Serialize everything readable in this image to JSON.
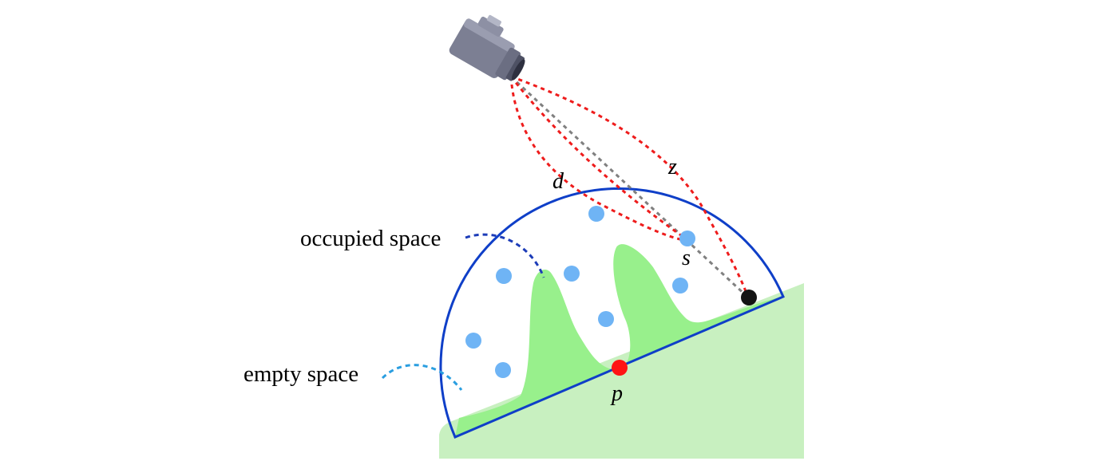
{
  "labels": {
    "occupied_space": "occupied space",
    "empty_space": "empty space",
    "d": "d",
    "z": "z",
    "s": "s",
    "p": "p"
  },
  "colors": {
    "ground_fill": "#c8f0c0",
    "occupied_fill": "#98f08c",
    "hemisphere_stroke": "#0f3fc8",
    "sample_point": "#6fb4f5",
    "red_ray": "#ee1c1c",
    "gray_ray": "#808080",
    "occupied_pointer": "#1c3cb8",
    "empty_pointer": "#2a9ee0",
    "surface_point": "#ff1414",
    "endpoint": "#141414"
  },
  "icons": {
    "camera": "camera-icon"
  }
}
